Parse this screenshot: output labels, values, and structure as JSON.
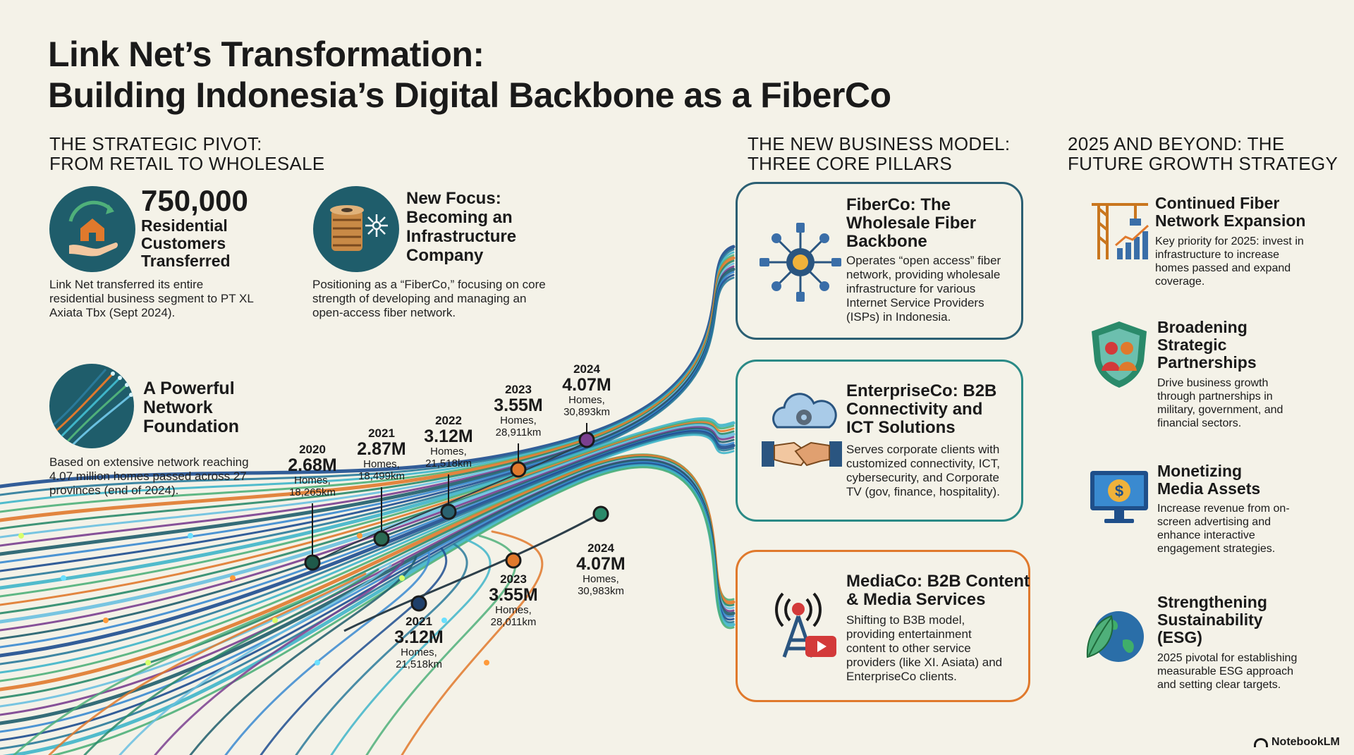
{
  "title": {
    "line1": "Link Net’s Transformation:",
    "line2": "Building Indonesia’s Digital Backbone as a FiberCo"
  },
  "strategic_pivot": {
    "heading_line1": "THE STRATEGIC PIVOT:",
    "heading_line2": "FROM RETAIL TO WHOLESALE",
    "customers": {
      "number": "750,000",
      "label": "Residential Customers Transferred",
      "text": "Link Net transferred its entire residential business segment to PT XL Axiata Tbx (Sept 2024)."
    },
    "new_focus": {
      "heading": "New Focus: Becoming an Infrastructure Company",
      "text": "Positioning as a “FiberCo,” focusing on core strength of developing and managing an open-access fiber network."
    },
    "foundation": {
      "heading": "A Powerful Network Foundation",
      "text": "Based on extensive network reaching 4.07 million homes passed across 27 provinces (end of 2024)."
    }
  },
  "timeline_upper": [
    {
      "year": "2020",
      "value": "2.68M",
      "homes": "Homes,",
      "km": "18,265km",
      "color": "#1f5a4a"
    },
    {
      "year": "2021",
      "value": "2.87M",
      "homes": "Homes,",
      "km": "18,499km",
      "color": "#2a6a52"
    },
    {
      "year": "2022",
      "value": "3.12M",
      "homes": "Homes,",
      "km": "21,518km",
      "color": "#2a6270"
    },
    {
      "year": "2023",
      "value": "3.55M",
      "homes": "Homes,",
      "km": "28,911km",
      "color": "#e0792c"
    },
    {
      "year": "2024",
      "value": "4.07M",
      "homes": "Homes,",
      "km": "30,893km",
      "color": "#7a3f8f"
    }
  ],
  "timeline_lower": [
    {
      "year": "2021",
      "value": "3.12M",
      "homes": "Homes,",
      "km": "21,518km",
      "color": "#1f3f6a"
    },
    {
      "year": "2023",
      "value": "3.55M",
      "homes": "Homes,",
      "km": "28,011km",
      "color": "#e0792c"
    },
    {
      "year": "2024",
      "value": "4.07M",
      "homes": "Homes,",
      "km": "30,983km",
      "color": "#2a8a6a"
    }
  ],
  "business_model": {
    "heading_line1": "THE NEW BUSINESS MODEL:",
    "heading_line2": "THREE CORE PILLARS",
    "pillars": [
      {
        "title": "FiberCo: The Wholesale Fiber Backbone",
        "text": "Operates “open access” fiber network, providing wholesale infrastructure for various Internet Service Providers (ISPs) in Indonesia.",
        "icon": "network-hub-icon",
        "border": "#2b5f73"
      },
      {
        "title": "EnterpriseCo: B2B Connectivity and ICT Solutions",
        "text": "Serves corporate clients with customized connectivity, ICT, cybersecurity, and Corporate TV (gov, finance, hospitality).",
        "icon": "cloud-handshake-icon",
        "border": "#2a8a86"
      },
      {
        "title": "MediaCo: B2B Content & Media Services",
        "text": "Shifting to B3B model, providing entertainment content to other service providers (like XI. Asiata) and EnterpriseCo clients.",
        "icon": "broadcast-tower-icon",
        "border": "#e0792c"
      }
    ]
  },
  "future": {
    "heading_line1": "2025 AND BEYOND: THE",
    "heading_line2": "FUTURE GROWTH STRATEGY",
    "items": [
      {
        "title": "Continued Fiber Network Expansion",
        "text": "Key priority for 2025: invest in infrastructure to increase homes passed and expand coverage.",
        "icon": "crane-chart-icon"
      },
      {
        "title": "Broadening Strategic Partnerships",
        "text": "Drive business growth through partnerships in military, government, and financial sectors.",
        "icon": "shield-people-icon"
      },
      {
        "title": "Monetizing Media Assets",
        "text": "Increase revenue from on-screen advertising and enhance interactive engagement strategies.",
        "icon": "monitor-dollar-icon"
      },
      {
        "title": "Strengthening Sustainability (ESG)",
        "text": "2025 pivotal for establishing measurable ESG approach and setting clear targets.",
        "icon": "globe-leaf-icon"
      }
    ]
  },
  "watermark": "NotebookLM"
}
